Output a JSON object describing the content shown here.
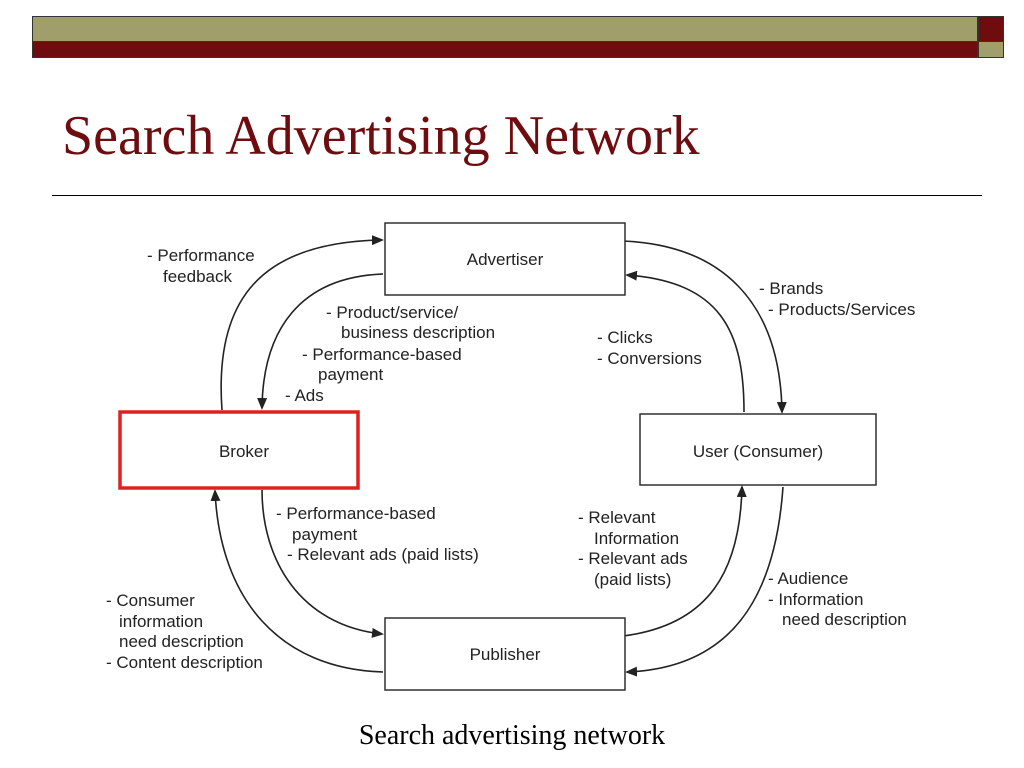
{
  "slide": {
    "title": "Search Advertising Network",
    "caption": "Search advertising network"
  },
  "theme": {
    "bar_olive": "#A09E6A",
    "bar_maroon": "#6E0C0F",
    "title_color": "#6E0C0F",
    "highlight_red": "#E0201E",
    "line_color": "#222222"
  },
  "nodes": {
    "advertiser": "Advertiser",
    "broker": "Broker",
    "user": "User (Consumer)",
    "publisher": "Publisher"
  },
  "annotations": {
    "performance_feedback": [
      "- Performance",
      "feedback"
    ],
    "advertiser_to_broker": [
      "- Product/service/",
      "business description",
      "- Performance-based",
      "payment",
      "- Ads"
    ],
    "brands": [
      "- Brands",
      "- Products/Services"
    ],
    "clicks": [
      "- Clicks",
      "- Conversions"
    ],
    "broker_to_publisher": [
      "- Performance-based",
      "payment",
      "- Relevant ads (paid lists)"
    ],
    "publisher_to_user": [
      "- Relevant",
      "Information",
      "- Relevant ads",
      "(paid lists)"
    ],
    "consumer_info": [
      "- Consumer",
      "information",
      "need description",
      "- Content description"
    ],
    "audience": [
      "- Audience",
      "- Information",
      "need description"
    ]
  }
}
